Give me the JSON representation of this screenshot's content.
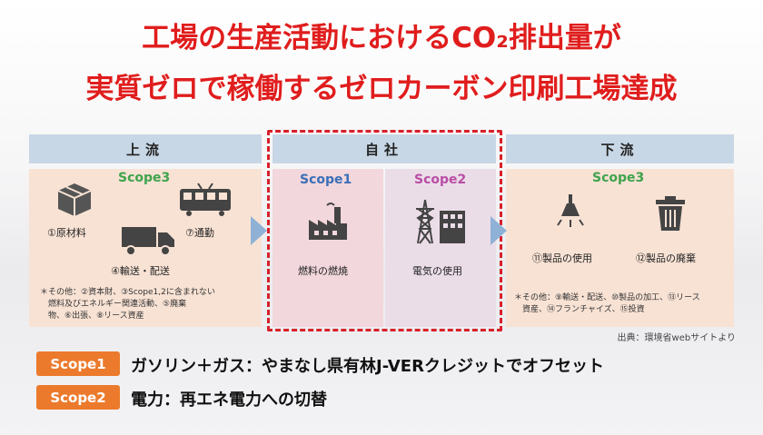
{
  "title": {
    "line1": "工場の生産活動におけるCO₂排出量が",
    "line2": "実質ゼロで稼働するゼロカーボン印刷工場達成"
  },
  "columns": {
    "upstream": "上流",
    "own": "自社",
    "downstream": "下流"
  },
  "upstream": {
    "scope": "Scope3",
    "items": {
      "materials": "①原材料",
      "commute": "⑦通勤",
      "transport": "④輸送・配送"
    },
    "note": "＊その他：②資本財、③Scope1,2に含まれない\n　燃料及びエネルギー関連活動、⑤廃棄\n　物、⑥出張、⑧リース資産"
  },
  "own": {
    "scope1": {
      "label": "Scope1",
      "item": "燃料の燃焼"
    },
    "scope2": {
      "label": "Scope2",
      "item": "電気の使用"
    }
  },
  "downstream": {
    "scope": "Scope3",
    "items": {
      "use": "⑪製品の使用",
      "disposal": "⑫製品の廃棄"
    },
    "note": "＊その他：⑨輸送・配送、⑩製品の加工、⑬リース\n　資産、⑭フランチャイズ、⑮投資"
  },
  "source": "出典：環境省webサイトより",
  "legend": [
    {
      "badge": "Scope1",
      "text": "ガソリン＋ガス：やまなし県有林J-VERクレジットでオフセット"
    },
    {
      "badge": "Scope2",
      "text": "電力：再エネ電力への切替"
    }
  ],
  "colors": {
    "title": "#e01d1d",
    "header": "#c8d7e6",
    "panel": "#f8e2d4",
    "badge": "#ec7a2c",
    "scope3": "#3fa34d",
    "scope1": "#3b6fb6",
    "scope2": "#b94da6",
    "dashed_border": "#d8202a"
  }
}
